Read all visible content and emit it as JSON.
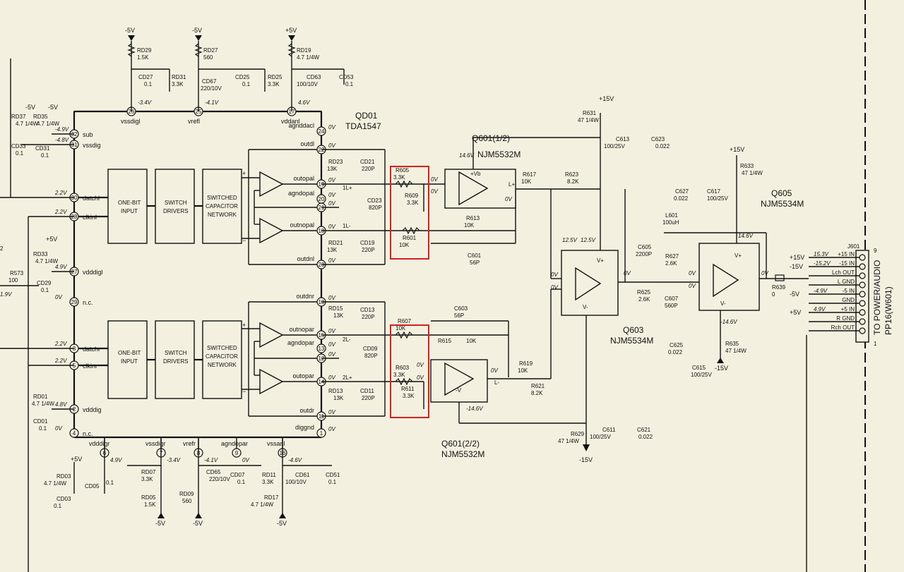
{
  "ic": {
    "designator": "QD01",
    "part": "TDA1547",
    "blocks": {
      "one_bit": [
        "ONE-BIT",
        "INPUT"
      ],
      "drivers": [
        "SWITCH",
        "DRIVERS"
      ],
      "network": [
        "SWITCHED",
        "CAPACITOR",
        "NETWORK"
      ]
    },
    "pins_top": [
      {
        "name": "vssdigl",
        "num": "26",
        "v": "-3.4V"
      },
      {
        "name": "vrefl",
        "num": "25",
        "v": "-4.1V"
      },
      {
        "name": "vddanl",
        "num": "17",
        "v": "4.6V"
      }
    ],
    "pins_right": [
      {
        "name": "agnddacl",
        "num": "24",
        "v": "0V"
      },
      {
        "name": "outdl",
        "num": "22",
        "v": "0V"
      },
      {
        "name": "outopal",
        "num": "19",
        "v": "0V"
      },
      {
        "name": "agndopal",
        "num": "20",
        "v": "0V"
      },
      {
        "name": "",
        "num": "21",
        "v": "0V"
      },
      {
        "name": "outnopal",
        "num": "18",
        "v": "0V"
      },
      {
        "name": "outdnl",
        "num": "23",
        "v": "0V"
      },
      {
        "name": "outdnr",
        "num": "10",
        "v": "0V"
      },
      {
        "name": "outnopar",
        "num": "15",
        "v": "0V"
      },
      {
        "name": "agndopar",
        "num": "13",
        "v": "0V"
      },
      {
        "name": "",
        "num": "12",
        "v": "0V"
      },
      {
        "name": "outopar",
        "num": "14",
        "v": "0V"
      },
      {
        "name": "outdr",
        "num": "11",
        "v": "0V"
      },
      {
        "name": "diggnd",
        "num": "1",
        "v": "0V"
      }
    ],
    "pins_left": [
      {
        "name": "sub",
        "num": "32",
        "v": "-4.9V"
      },
      {
        "name": "vssdig",
        "num": "31",
        "v": "-4.8V"
      },
      {
        "name": "datchl",
        "num": "30",
        "v": "2.2V"
      },
      {
        "name": "clkinl",
        "num": "28",
        "v": "2.2V"
      },
      {
        "name": "vdddigl",
        "num": "27",
        "v": "4.9V"
      },
      {
        "name": "n.c.",
        "num": "29",
        "v": "0V"
      },
      {
        "name": "datchr",
        "num": "3",
        "v": "2.2V"
      },
      {
        "name": "clkinr",
        "num": "5",
        "v": "2.2V"
      },
      {
        "name": "vdddig",
        "num": "2",
        "v": "4.8V"
      },
      {
        "name": "n.c.",
        "num": "4",
        "v": "0V"
      }
    ],
    "pins_bottom": [
      {
        "name": "vdddigr",
        "num": "6",
        "v": "4.9V"
      },
      {
        "name": "vssdigr",
        "num": "7",
        "v": "-3.4V"
      },
      {
        "name": "vrefr",
        "num": "8",
        "v": "-4.1V"
      },
      {
        "name": "agndopar",
        "num": "9",
        "v": "0V"
      },
      {
        "name": "vssanl",
        "num": "16",
        "v": "-4.6V"
      }
    ]
  },
  "supplies": {
    "m5": "-5V",
    "p5": "+5V",
    "p15": "+15V",
    "m15": "-15V"
  },
  "parts_top": [
    {
      "ref": "RD29",
      "val": "1.5K"
    },
    {
      "ref": "CD27",
      "val": "0.1"
    },
    {
      "ref": "RD31",
      "val": "3.3K"
    },
    {
      "ref": "RD27",
      "val": "560"
    },
    {
      "ref": "CD67",
      "val": "220/10V"
    },
    {
      "ref": "CD25",
      "val": "0.1"
    },
    {
      "ref": "RD25",
      "val": "3.3K"
    },
    {
      "ref": "RD19",
      "val": "4.7 1/4W"
    },
    {
      "ref": "CD63",
      "val": "100/10V"
    },
    {
      "ref": "CD53",
      "val": "0.1"
    }
  ],
  "parts_left": [
    {
      "ref": "RD37",
      "val": "4.7 1/4W"
    },
    {
      "ref": "RD35",
      "val": "4.7 1/4W"
    },
    {
      "ref": "CD33",
      "val": "0.1"
    },
    {
      "ref": "CD31",
      "val": "0.1"
    },
    {
      "ref": "RD33",
      "val": "4.7 1/4W"
    },
    {
      "ref": "CD29",
      "val": "0.1"
    },
    {
      "ref": "R573",
      "val": "100"
    },
    {
      "ref": "RD01",
      "val": "4.7 1/4W"
    },
    {
      "ref": "CD01",
      "val": "0.1"
    },
    {
      "ref": "RD03",
      "val": "4.7 1/4W"
    },
    {
      "ref": "CD03",
      "val": "0.1"
    }
  ],
  "parts_bottom": [
    {
      "ref": "CD05",
      "val": "0.1"
    },
    {
      "ref": "RD07",
      "val": "3.3K"
    },
    {
      "ref": "RD05",
      "val": "1.5K"
    },
    {
      "ref": "RD09",
      "val": "560"
    },
    {
      "ref": "CD65",
      "val": "220/10V"
    },
    {
      "ref": "CD07",
      "val": "0.1"
    },
    {
      "ref": "RD11",
      "val": "3.3K"
    },
    {
      "ref": "RD17",
      "val": "4.7 1/4W"
    },
    {
      "ref": "CD61",
      "val": "100/10V"
    },
    {
      "ref": "CD51",
      "val": "0.1"
    }
  ],
  "parts_mid": [
    {
      "ref": "RD23",
      "val": "13K"
    },
    {
      "ref": "CD21",
      "val": "220P"
    },
    {
      "ref": "CD23",
      "val": "820P"
    },
    {
      "ref": "RD21",
      "val": "13K"
    },
    {
      "ref": "CD19",
      "val": "220P"
    },
    {
      "ref": "RD15",
      "val": "13K"
    },
    {
      "ref": "CD13",
      "val": "220P"
    },
    {
      "ref": "CD09",
      "val": "820P"
    },
    {
      "ref": "RD13",
      "val": "13K"
    },
    {
      "ref": "CD11",
      "val": "220P"
    },
    {
      "ref": "R605",
      "val": "3.3K"
    },
    {
      "ref": "R609",
      "val": "3.3K"
    },
    {
      "ref": "R601",
      "val": "10K"
    },
    {
      "ref": "R607",
      "val": "10K"
    },
    {
      "ref": "R603",
      "val": "3.3K"
    },
    {
      "ref": "R611",
      "val": "3.3K"
    },
    {
      "ref": "R613",
      "val": "10K"
    },
    {
      "ref": "C601",
      "val": "56P"
    },
    {
      "ref": "C603",
      "val": "56P"
    },
    {
      "ref": "R615",
      "val": "10K"
    }
  ],
  "parts_right": [
    {
      "ref": "R631",
      "val": "47 1/4W"
    },
    {
      "ref": "C613",
      "val": "100/25V"
    },
    {
      "ref": "C623",
      "val": "0.022"
    },
    {
      "ref": "R617",
      "val": "10K"
    },
    {
      "ref": "R623",
      "val": "8.2K"
    },
    {
      "ref": "R619",
      "val": "10K"
    },
    {
      "ref": "R621",
      "val": "8.2K"
    },
    {
      "ref": "R629",
      "val": "47 1/4W"
    },
    {
      "ref": "C611",
      "val": "100/25V"
    },
    {
      "ref": "C621",
      "val": "0.022"
    },
    {
      "ref": "R633",
      "val": "47 1/4W"
    },
    {
      "ref": "C627",
      "val": "0.022"
    },
    {
      "ref": "C617",
      "val": "100/25V"
    },
    {
      "ref": "L601",
      "val": "100uH"
    },
    {
      "ref": "C605",
      "val": "2200P"
    },
    {
      "ref": "R627",
      "val": "2.6K"
    },
    {
      "ref": "R625",
      "val": "2.6K"
    },
    {
      "ref": "C607",
      "val": "560P"
    },
    {
      "ref": "C625",
      "val": "0.022"
    },
    {
      "ref": "C615",
      "val": "100/25V"
    },
    {
      "ref": "R635",
      "val": "47 1/4W"
    },
    {
      "ref": "R639",
      "val": "0"
    }
  ],
  "opamps": {
    "q601a": {
      "ref": "Q601(1/2)",
      "part": "NJM5532M",
      "vs": "14.6V"
    },
    "q601b": {
      "ref": "Q601(2/2)",
      "part": "NJM5532M",
      "vs": "-14.6V"
    },
    "q603": {
      "ref": "Q603",
      "part": "NJM5534M",
      "v1": "12.5V",
      "v2": "12.5V"
    },
    "q605": {
      "ref": "Q605",
      "part": "NJM5534M",
      "vp": "14.6V",
      "vn": "-14.6V"
    }
  },
  "nets": {
    "l_plus": "1L+",
    "l_minus": "1L-",
    "r_minus": "2L-",
    "r_plus": "2L+",
    "lp": "L+",
    "lm": "L-",
    "vb": "+Vb",
    "vm": "-V",
    "vp": "V+",
    "vn": "V-"
  },
  "connector": {
    "ref": "J601",
    "title": "TO POWER/AUDIO",
    "subtitle": "PP16(W601)",
    "pin_first": "9",
    "pin_last": "1",
    "rows": [
      {
        "label": "+15 IN",
        "left": "+15V",
        "v": "15.3V"
      },
      {
        "label": "-15 IN",
        "left": "-15V",
        "v": "-15.2V"
      },
      {
        "label": "Lch OUT",
        "left": "",
        "v": ""
      },
      {
        "label": "L GND",
        "left": "",
        "v": ""
      },
      {
        "label": "-5 IN",
        "left": "-5V",
        "v": "-4.9V"
      },
      {
        "label": "GND",
        "left": "",
        "v": ""
      },
      {
        "label": "+5 IN",
        "left": "+5V",
        "v": "4.9V"
      },
      {
        "label": "R GND",
        "left": "",
        "v": ""
      },
      {
        "label": "Rch OUT",
        "left": "",
        "v": ""
      }
    ]
  },
  "edge_labels": {
    "left_v": "1.9V",
    "left_2": "2"
  },
  "colors": {
    "paper": "#f4f0df",
    "ink": "#111111",
    "highlight": "#d42020"
  }
}
